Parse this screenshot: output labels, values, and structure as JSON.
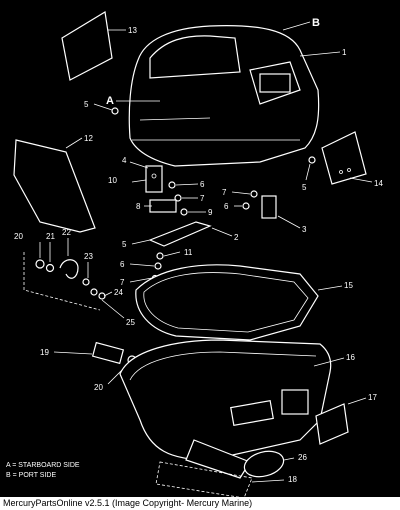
{
  "callouts": [
    "13",
    "1",
    "5",
    "12",
    "4",
    "10",
    "6",
    "7",
    "8",
    "9",
    "7",
    "6",
    "5",
    "14",
    "3",
    "2",
    "20",
    "21",
    "22",
    "23",
    "5",
    "11",
    "6",
    "7",
    "24",
    "25",
    "15",
    "19",
    "16",
    "20",
    "17",
    "26",
    "18"
  ],
  "view_labels": [
    "A",
    "B"
  ],
  "legend": [
    "A = STARBOARD SIDE",
    "B = PORT SIDE"
  ],
  "footer": "MercuryPartsOnline v2.5.1 (Image Copyright- Mercury Marine)"
}
